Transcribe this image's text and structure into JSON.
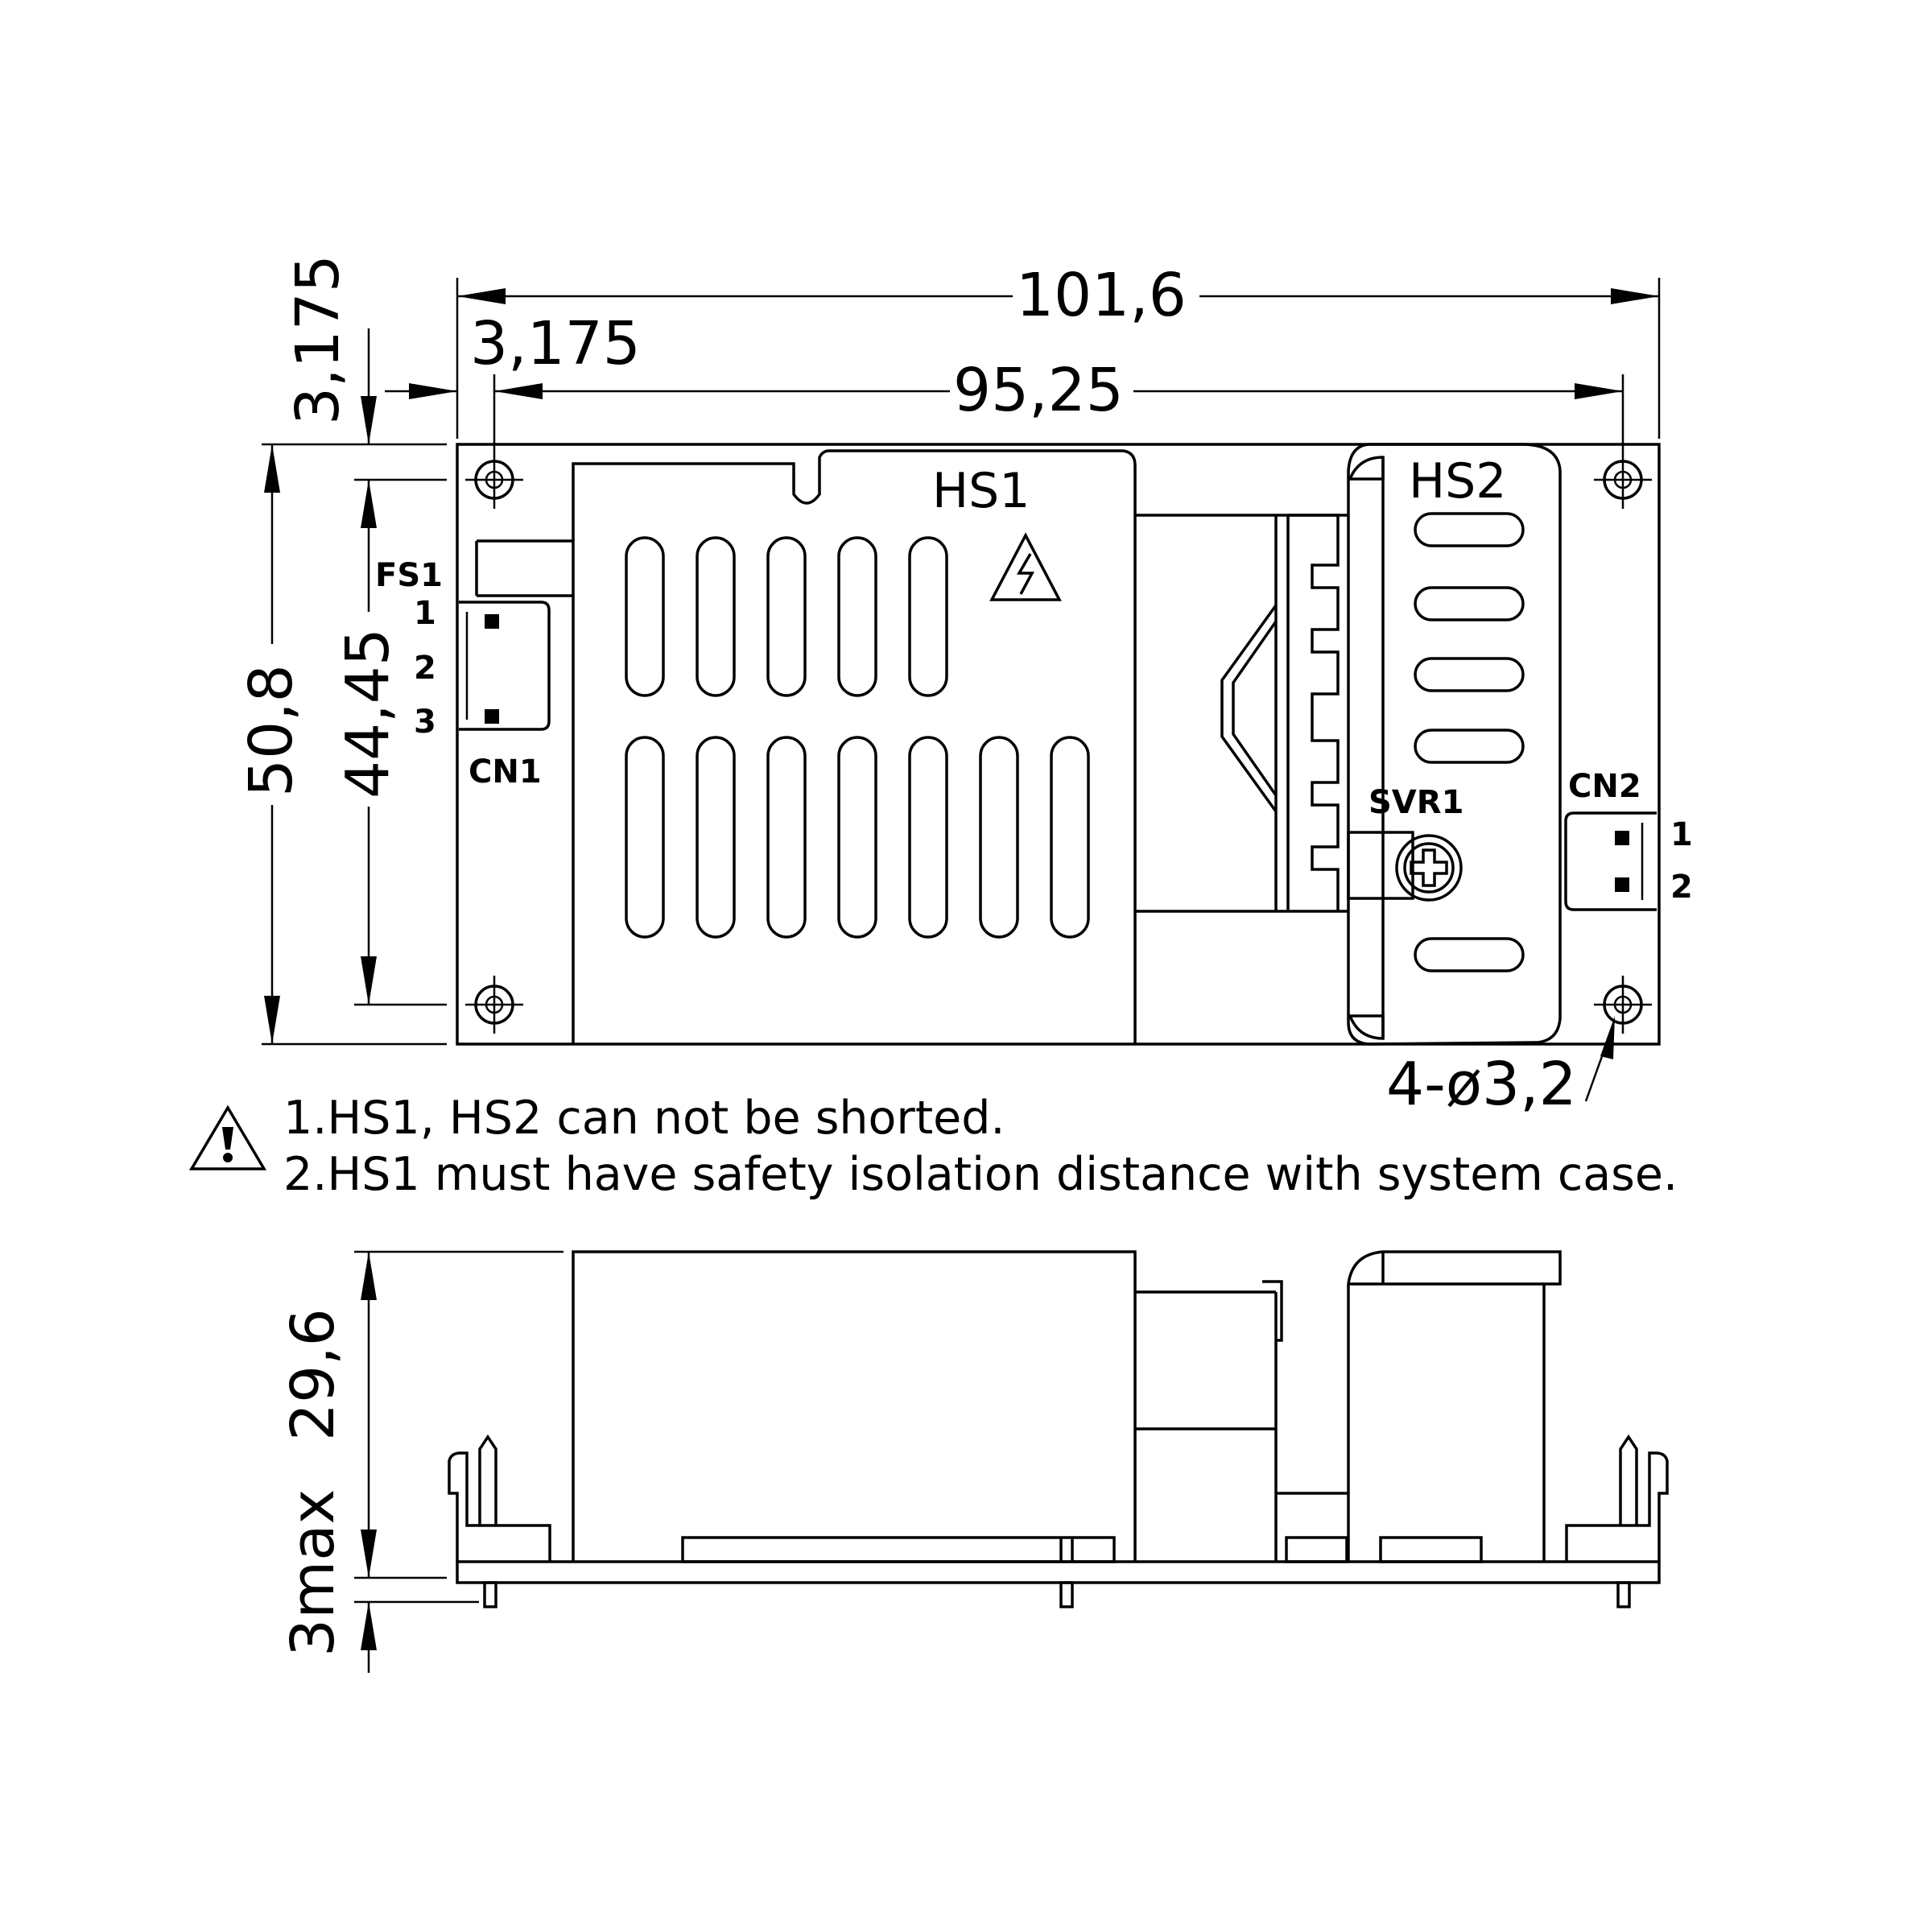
{
  "drawing": {
    "dimensions": {
      "overall_width": "101,6",
      "hole_pitch_x": "95,25",
      "hole_offset_x": "3,175",
      "hole_offset_y": "3,175",
      "overall_height": "50,8",
      "hole_pitch_y": "44,45",
      "mounting_holes": "4-ø3,2",
      "component_height": "29,6",
      "pin_length": "3max"
    },
    "components": {
      "hs1": "HS1",
      "hs2": "HS2",
      "fs1": "FS1",
      "cn1": "CN1",
      "cn2": "CN2",
      "svr1": "SVR1"
    },
    "cn1_pins": [
      "1",
      "2",
      "3"
    ],
    "cn2_pins": [
      "1",
      "2"
    ],
    "notes": {
      "line1": "1.HS1, HS2 can not be shorted.",
      "line2": "2.HS1 must have safety isolation distance with system case."
    },
    "icons": [
      "hazard-voltage-icon",
      "warning-icon",
      "screw-head-icon",
      "mounting-hole-icon"
    ]
  }
}
